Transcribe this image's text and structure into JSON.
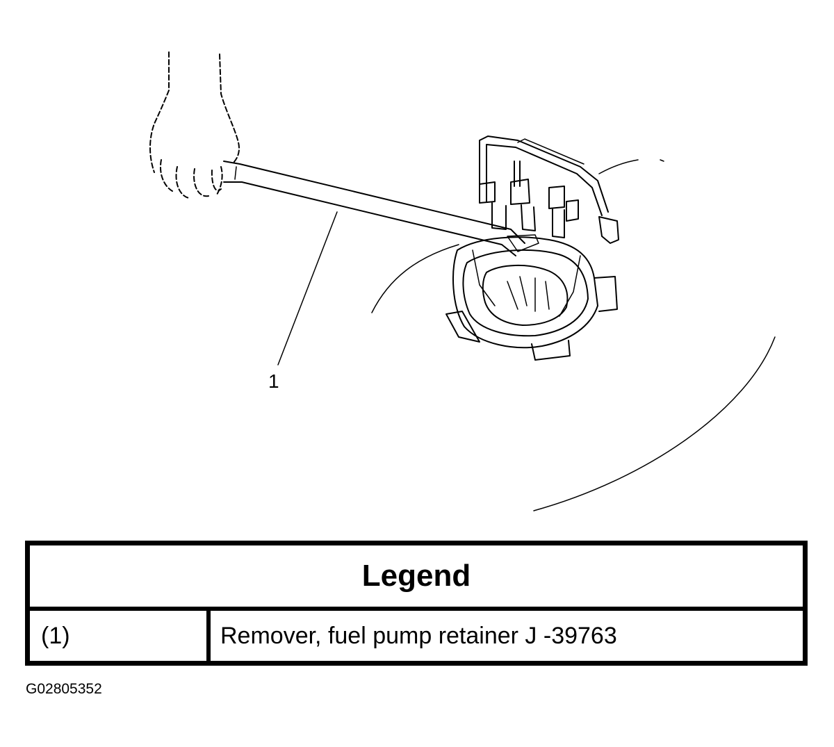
{
  "illustration": {
    "callout_number": "1"
  },
  "legend": {
    "title": "Legend",
    "items": [
      {
        "key": "(1)",
        "description": "Remover, fuel pump retainer J -39763"
      }
    ]
  },
  "figure_id": "G02805352"
}
